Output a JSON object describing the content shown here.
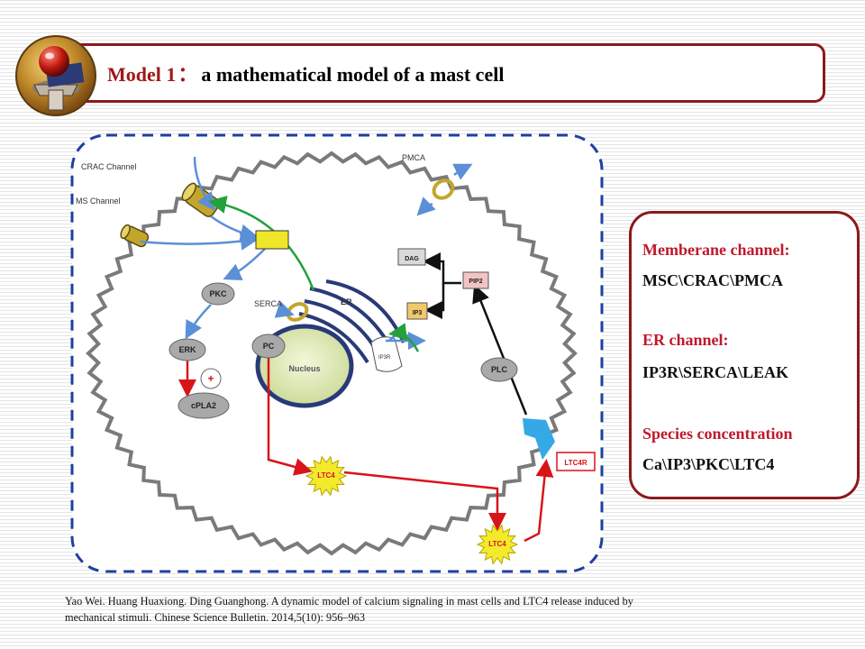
{
  "title": {
    "number": "Model 1",
    "colon": "：",
    "text": "a mathematical model of a mast cell"
  },
  "diagram": {
    "labels": {
      "crac": "CRAC Channel",
      "ms": "MS Channel",
      "pmca": "PMCA",
      "serca": "SERCA",
      "er": "ER",
      "nucleus": "Nucleus",
      "ip3r": "IP3R",
      "ltc4r": "LTC4R"
    },
    "nodes": {
      "pkc": "PKC",
      "erk": "ERK",
      "cpla2": "cPLA2",
      "pc": "PC",
      "plc": "PLC",
      "dag": "DAG",
      "pip2": "PIP2",
      "ip3": "IP3",
      "ltc4_1": "LTC4",
      "ltc4_2": "LTC4",
      "plus": "+"
    }
  },
  "info_box": {
    "items": [
      {
        "heading": "Memberane  channel:",
        "body": "MSC\\CRAC\\PMCA"
      },
      {
        "heading": "ER channel:",
        "body": "IP3R\\SERCA\\LEAK"
      },
      {
        "heading": "Species concentration",
        "body": "Ca\\IP3\\PKC\\LTC4"
      }
    ]
  },
  "citation": {
    "line1": "Yao Wei. Huang Huaxiong. Ding Guanghong. A dynamic model of calcium signaling in mast cells and LTC4 release induced by",
    "line2": "mechanical stimuli. Chinese Science Bulletin. 2014,5(10): 956–963"
  },
  "colors": {
    "accent": "#8b1a1a",
    "heading_red": "#c0192c",
    "dash_blue": "#1f3fa0",
    "ca_blue": "#5b8fd6",
    "green_arrow": "#22a13c",
    "red_arrow": "#d8141a"
  }
}
